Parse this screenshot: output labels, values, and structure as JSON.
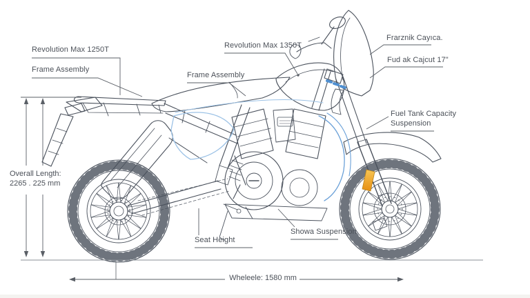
{
  "diagram": {
    "subject": "adventure-motorcycle-technical-line-diagram",
    "background": "#ffffff",
    "line_color": "#4a515c",
    "accent_blue": "#6aa0d8",
    "accent_blue_light": "#9cc2e6",
    "accent_orange": "#efa31f"
  },
  "labels": {
    "engine_left": "Revolution Max 1250T",
    "frame_left": "Frame Assembly",
    "engine_center": "Revolution Max 1350T",
    "frame_center": "Frame Assembly",
    "front_top_right": "Frarznik Cayıca.",
    "front_wheel_right": "Fud ak Cajcut 17\"",
    "fuel_tank_line1": "Fuel Tank Capacity",
    "fuel_tank_line2": "Suspension",
    "seat_height": "Seat Height",
    "rear_suspension": "Showa Suspension"
  },
  "dimensions": {
    "overall_length_title": "Overall Length:",
    "overall_length_value": "2265 . 225 mm",
    "wheelbase": "Wheleele: 1580 mm"
  }
}
